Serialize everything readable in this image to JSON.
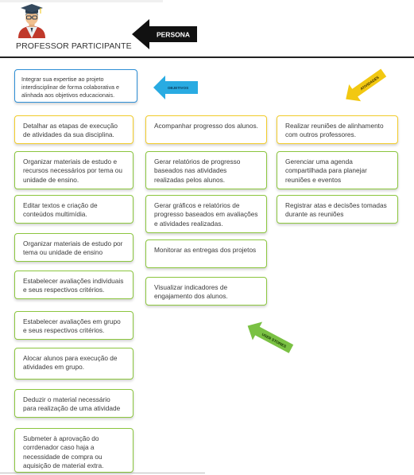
{
  "persona": {
    "title": "PROFESSOR PARTICIPANTE",
    "arrow_label": "PERSONA"
  },
  "objectives": {
    "text": "Integrar sua expertise ao projeto interdisciplinar de forma colaborativa e alinhada aos objetivos educacionais.",
    "arrow_label": "OBJETIVOS"
  },
  "activities_arrow_label": "ATIVIDADES",
  "user_stories_arrow_label": "USER STORIES",
  "columns": [
    {
      "activity": "Detalhar as etapas de execução de atividades da sua disciplina.",
      "stories": [
        "Organizar materiais de estudo e recursos necessários por tema ou unidade de ensino.",
        "Editar textos e criação de conteúdos multimídia.",
        "Organizar materiais de estudo por tema ou unidade de ensino",
        "Estabelecer avaliações individuais e seus respectivos critérios.",
        "Estabelecer avaliações em grupo e seus respectivos critérios.",
        "Alocar alunos para execução de atividades em grupo.",
        "Deduzir o material necessário para realização de uma atividade",
        "Submeter à aprovação do corrdenador caso haja a necessidade de compra ou aquisição de material extra."
      ]
    },
    {
      "activity": "Acompanhar progresso dos alunos.",
      "stories": [
        "Gerar relatórios de progresso baseados nas atividades realizadas pelos alunos.",
        "Gerar gráficos e relatórios de progresso baseados em avaliações e atividades realizadas.",
        "Monitorar as entregas dos projetos",
        "Visualizar indicadores de engajamento dos alunos."
      ]
    },
    {
      "activity": "Realizar reuniões de alinhamento com outros professores.",
      "stories": [
        "Gerenciar uma agenda compartilhada para planejar reuniões e eventos",
        "Registrar atas e decisões tomadas durante as reuniões"
      ]
    }
  ],
  "colors": {
    "activity_border": "#f2cc2a",
    "story_border": "#8cc63f",
    "objective_border": "#2e8fd6",
    "objective_arrow": "#29abe2",
    "activity_arrow": "#f2c811",
    "story_arrow": "#7ac143",
    "persona_arrow": "#111111"
  },
  "icons": {
    "persona_avatar": "graduate-teacher-icon"
  }
}
